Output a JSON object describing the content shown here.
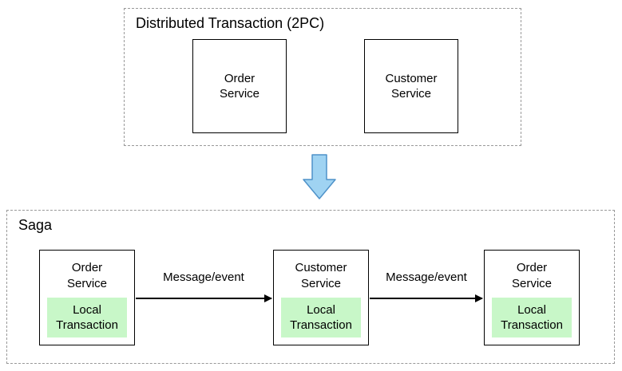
{
  "two_pc": {
    "title": "Distributed Transaction (2PC)",
    "nodes": [
      {
        "label": "Order\nService"
      },
      {
        "label": "Customer\nService"
      }
    ]
  },
  "saga": {
    "title": "Saga",
    "nodes": [
      {
        "label": "Order\nService",
        "sub": "Local\nTransaction"
      },
      {
        "label": "Customer\nService",
        "sub": "Local\nTransaction"
      },
      {
        "label": "Order\nService",
        "sub": "Local\nTransaction"
      }
    ],
    "arrows": [
      {
        "label": "Message/event"
      },
      {
        "label": "Message/event"
      }
    ]
  },
  "colors": {
    "local_transaction_fill": "#c8f7c8",
    "down_arrow_fill": "#9fd3f2",
    "down_arrow_stroke": "#4f92c9",
    "dashed_border": "#999999",
    "box_border": "#000000"
  }
}
